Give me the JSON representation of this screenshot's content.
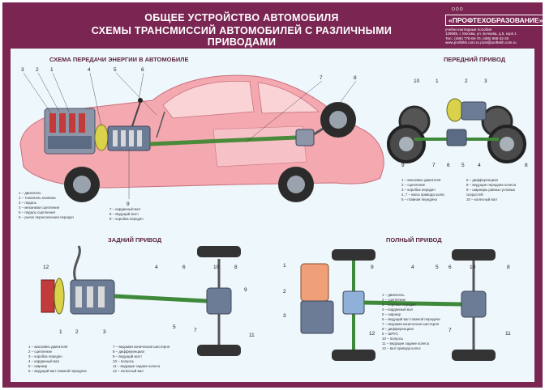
{
  "header": {
    "title_line1": "ОБЩЕЕ УСТРОЙСТВО АВТОМОБИЛЯ",
    "title_line2": "СХЕМЫ ТРАНСМИССИЙ АВТОМОБИЛЕЙ С РАЗЛИЧНЫМИ ПРИВОДАМИ"
  },
  "publisher": {
    "top": "ООО",
    "brand": "«ПРОФТЕХОБРАЗОВАНИЕ»",
    "tagline": "учебно-наглядные пособия",
    "address": "129085, г. Москва, ул. Бочкова, д.5, корп.1",
    "phone": "Тел.: (495) 778-06-70, (495) 968-32-20",
    "web": "www.proftekh.com.ru   post@proftekh.com.ru"
  },
  "sections": {
    "energy": "СХЕМА ПЕРЕДАЧИ ЭНЕРГИИ В АВТОМОБИЛЕ",
    "front": "ПЕРЕДНИЙ ПРИВОД",
    "rear": "ЗАДНИЙ ПРИВОД",
    "full": "ПОЛНЫЙ ПРИВОД"
  },
  "legend_energy": {
    "col1": [
      "1 – двигатель",
      "2 – толкатель клапана",
      "3 – педаль",
      "4 – механизм сцепления",
      "5 – педаль сцепления",
      "6 – рычаг переключения передач"
    ],
    "col2": [
      "7 – карданный вал",
      "8 – ведущий мост",
      "9 – коробка передач"
    ]
  },
  "legend_front": {
    "col1": [
      "1 – массивно двигателя",
      "2 – сцепление",
      "3 – коробка передач",
      "4, 7 – валы привода колес",
      "5 – главная передача"
    ],
    "col2": [
      "6 – дифференциал",
      "8 – ведущие передние колеса",
      "9 – шарниры равных угловых скоростей",
      "10 – колесный вал"
    ]
  },
  "legend_rear": {
    "col1": [
      "1 – массивно двигателя",
      "2 – сцепление",
      "3 – коробка передач",
      "4 – карданный вал",
      "5 – шарнир",
      "6 – ведущий вал главной передачи"
    ],
    "col2": [
      "7 – ведомая коническая шестерня",
      "8 – дифференциал",
      "9 – ведущий мост",
      "10 – полуось",
      "11 – ведущие задние колеса",
      "12 – колесный вал"
    ]
  },
  "legend_full": {
    "col1": [
      "1 – двигатель",
      "2 – сцепление",
      "3 – коробка передач",
      "4 – карданный вал",
      "5 – шарнир",
      "6 – ведущий вал главной передачи",
      "7 – ведомая коническая шестерня",
      "8 – дифференциал",
      "9 – ШРУС",
      "10 – полуось",
      "11 – ведущие задние колеса",
      "12 – вал привода колес"
    ]
  },
  "callouts": {
    "energy": [
      "3",
      "2",
      "1",
      "4",
      "5",
      "6",
      "7",
      "8",
      "9"
    ],
    "front": [
      "10",
      "1",
      "2",
      "3",
      "9",
      "7",
      "6",
      "5",
      "4",
      "8"
    ],
    "rear": [
      "12",
      "1",
      "2",
      "3",
      "4",
      "5",
      "6",
      "7",
      "8",
      "9",
      "10",
      "11"
    ],
    "full": [
      "1",
      "2",
      "3",
      "12",
      "4",
      "5",
      "6",
      "7",
      "8",
      "9",
      "10",
      "11"
    ]
  }
}
